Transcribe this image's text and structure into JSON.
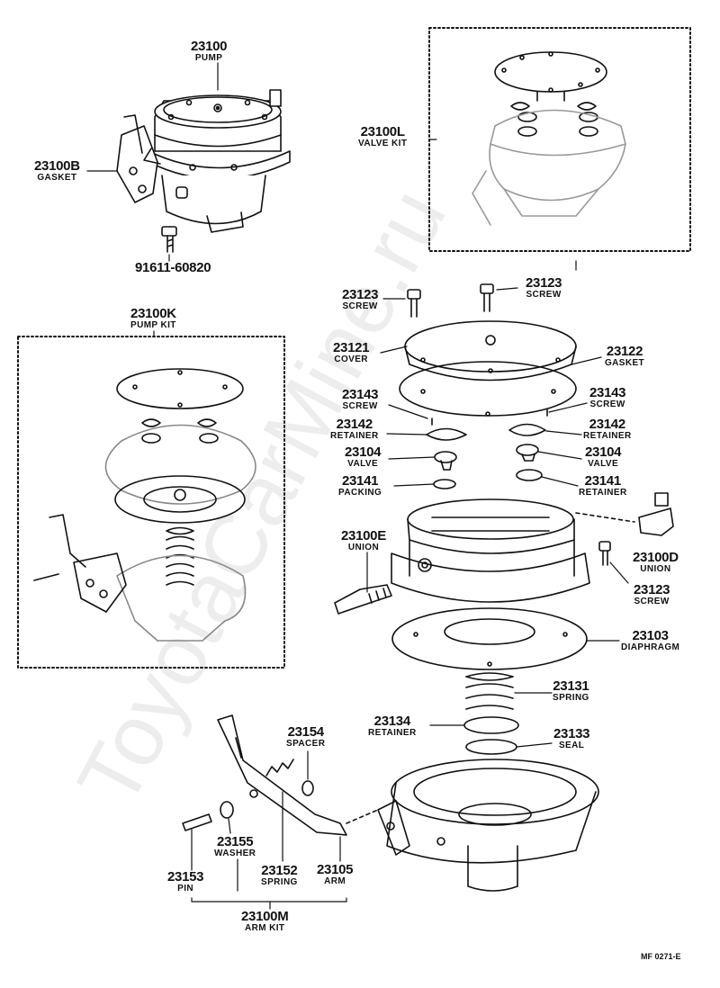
{
  "parts": {
    "p23100": {
      "num": "23100",
      "name": "PUMP"
    },
    "p23100L": {
      "num": "23100L",
      "name": "VALVE KIT"
    },
    "p23100B": {
      "num": "23100B",
      "name": "GASKET"
    },
    "p91611": {
      "num": "91611-60820",
      "name": ""
    },
    "p23100K": {
      "num": "23100K",
      "name": "PUMP KIT"
    },
    "p23123a": {
      "num": "23123",
      "name": "SCREW"
    },
    "p23123b": {
      "num": "23123",
      "name": "SCREW"
    },
    "p23121": {
      "num": "23121",
      "name": "COVER"
    },
    "p23122": {
      "num": "23122",
      "name": "GASKET"
    },
    "p23143a": {
      "num": "23143",
      "name": "SCREW"
    },
    "p23143b": {
      "num": "23143",
      "name": "SCREW"
    },
    "p23142a": {
      "num": "23142",
      "name": "RETAINER"
    },
    "p23142b": {
      "num": "23142",
      "name": "RETAINER"
    },
    "p23104a": {
      "num": "23104",
      "name": "VALVE"
    },
    "p23104b": {
      "num": "23104",
      "name": "VALVE"
    },
    "p23141a": {
      "num": "23141",
      "name": "PACKING"
    },
    "p23141b": {
      "num": "23141",
      "name": "RETAINER"
    },
    "p23100E": {
      "num": "23100E",
      "name": "UNION"
    },
    "p23100D": {
      "num": "23100D",
      "name": "UNION"
    },
    "p23123c": {
      "num": "23123",
      "name": "SCREW"
    },
    "p23103": {
      "num": "23103",
      "name": "DIAPHRAGM"
    },
    "p23131": {
      "num": "23131",
      "name": "SPRING"
    },
    "p23134": {
      "num": "23134",
      "name": "RETAINER"
    },
    "p23133": {
      "num": "23133",
      "name": "SEAL"
    },
    "p23154": {
      "num": "23154",
      "name": "SPACER"
    },
    "p23155": {
      "num": "23155",
      "name": "WASHER"
    },
    "p23153": {
      "num": "23153",
      "name": "PIN"
    },
    "p23152": {
      "num": "23152",
      "name": "SPRING"
    },
    "p23105": {
      "num": "23105",
      "name": "ARM"
    },
    "p23100M": {
      "num": "23100M",
      "name": "ARM KIT"
    }
  },
  "footer_code": "MF 0271-E",
  "watermark": "ToyotaCarMine.ru"
}
